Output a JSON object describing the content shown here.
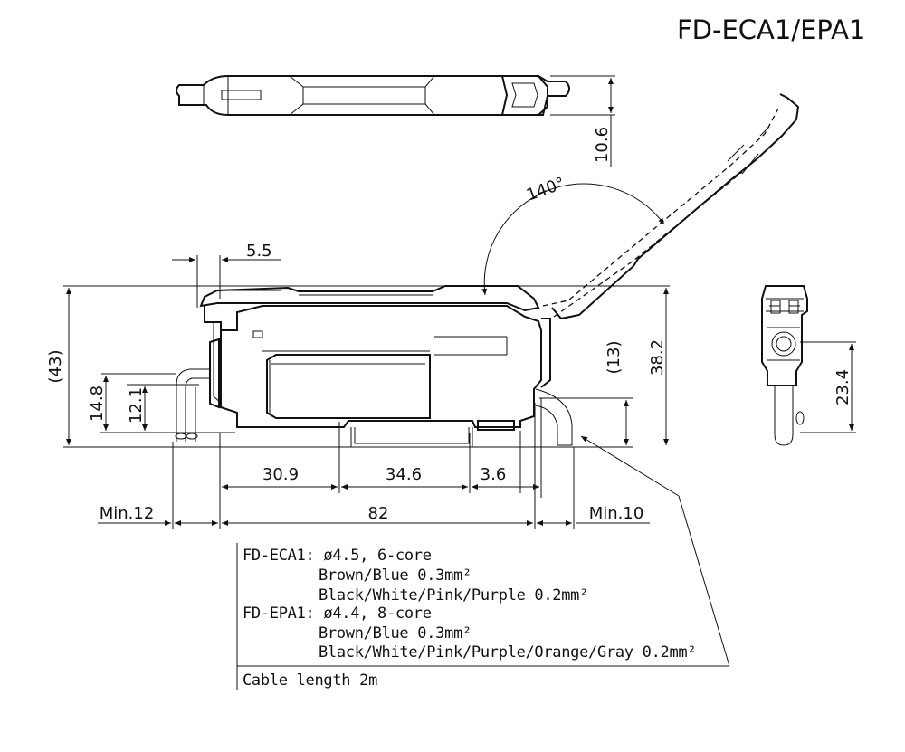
{
  "title": "FD-ECA1/EPA1",
  "dimensions": {
    "top_view_height": "10.6",
    "angle": "140°",
    "top_offset": "5.5",
    "overall_height": "(43)",
    "left_height": "14.8",
    "left_height_inner": "12.1",
    "cable_height": "(13)",
    "body_height": "38.2",
    "side_height": "23.4",
    "seg1": "30.9",
    "seg2": "34.6",
    "seg3": "3.6",
    "min_left": "Min.12",
    "length": "82",
    "min_right": "Min.10"
  },
  "cable_notes": {
    "eca1_line1": "FD-ECA1: ø4.5, 6-core",
    "eca1_line2": "Brown/Blue 0.3mm²",
    "eca1_line3": "Black/White/Pink/Purple 0.2mm²",
    "epa1_line1": "FD-EPA1: ø4.4, 8-core",
    "epa1_line2": "Brown/Blue 0.3mm²",
    "epa1_line3": "Black/White/Pink/Purple/Orange/Gray 0.2mm²",
    "cable_length": "Cable length 2m"
  }
}
